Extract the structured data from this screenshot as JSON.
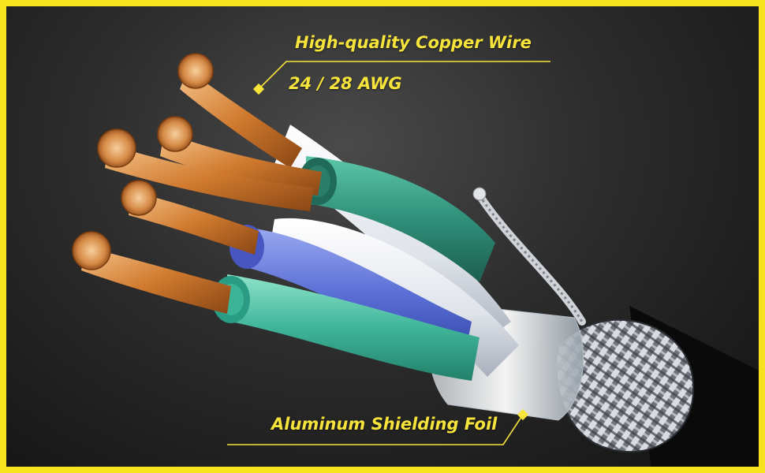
{
  "callouts": {
    "copper_title": "High-quality Copper Wire",
    "copper_gauge": "24 / 28 AWG",
    "shield_title": "Aluminum Shielding Foil"
  },
  "colors": {
    "border": "#f7e21e",
    "callout_text": "#f6e33b",
    "copper": "#d98a3c",
    "green_insulation": "#2f8f79",
    "teal_insulation": "#3fb59a",
    "blue_insulation": "#5a6fd6",
    "white_insulation": "#eef0f4",
    "braid": "#c9ccd2"
  }
}
